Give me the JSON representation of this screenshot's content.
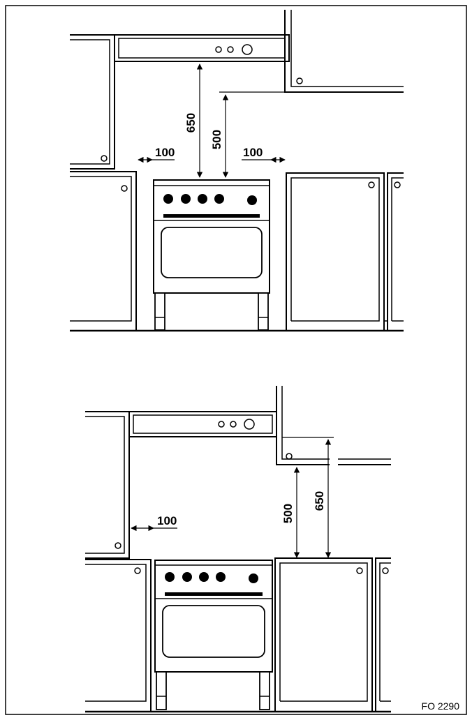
{
  "top_figure": {
    "dimensions": {
      "hood_clearance": "650",
      "cabinet_clearance": "500",
      "side_gap_left": "100",
      "side_gap_right": "100"
    }
  },
  "bottom_figure": {
    "dimensions": {
      "side_gap_left": "100",
      "cabinet_clearance": "500",
      "hood_clearance": "650"
    }
  },
  "figure_code": "FO 2290",
  "colors": {
    "ink": "#000000",
    "paper": "#ffffff"
  }
}
